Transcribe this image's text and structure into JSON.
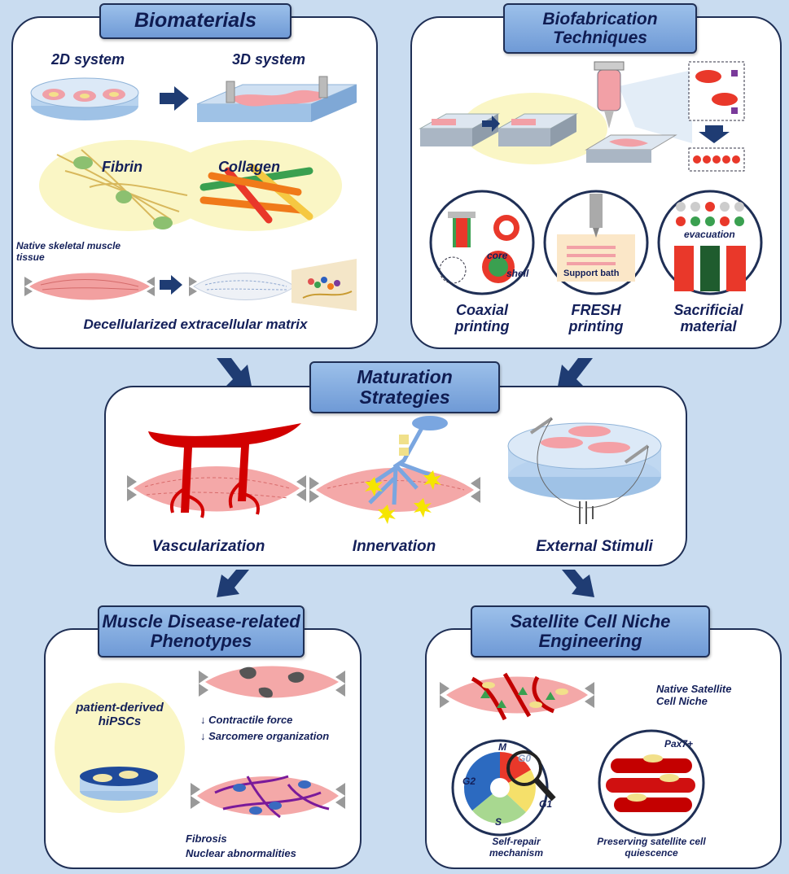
{
  "biomaterials": {
    "header": "Biomaterials",
    "sys2d": "2D system",
    "sys3d": "3D system",
    "fibrin": "Fibrin",
    "collagen": "Collagen",
    "native": "Native skeletal muscle tissue",
    "decell": "Decellularized extracellular matrix"
  },
  "biofab": {
    "header": "Biofabrication Techniques",
    "coaxial": "Coaxial printing",
    "fresh": "FRESH printing",
    "sacrificial": "Sacrificial material",
    "core": "core",
    "shell": "shell",
    "support": "Support bath",
    "evacuation": "evacuation"
  },
  "maturation": {
    "header": "Maturation Strategies",
    "vasc": "Vascularization",
    "innerv": "Innervation",
    "ext": "External Stimuli"
  },
  "disease": {
    "header": "Muscle Disease-related Phenotypes",
    "patient": "patient-derived hiPSCs",
    "contractile": "↓ Contractile force",
    "sarcomere": "↓ Sarcomere organization",
    "fibrosis": "Fibrosis",
    "nuclear": "Nuclear abnormalities"
  },
  "satellite": {
    "header": "Satellite Cell Niche Engineering",
    "native": "Native Satellite Cell Niche",
    "pax": "Pax7+",
    "selfrepair": "Self-repair mechanism",
    "quiescence": "Preserving satellite cell quiescence",
    "m": "M",
    "g0": "G0",
    "g1": "G1",
    "g2": "G2",
    "s": "S"
  }
}
